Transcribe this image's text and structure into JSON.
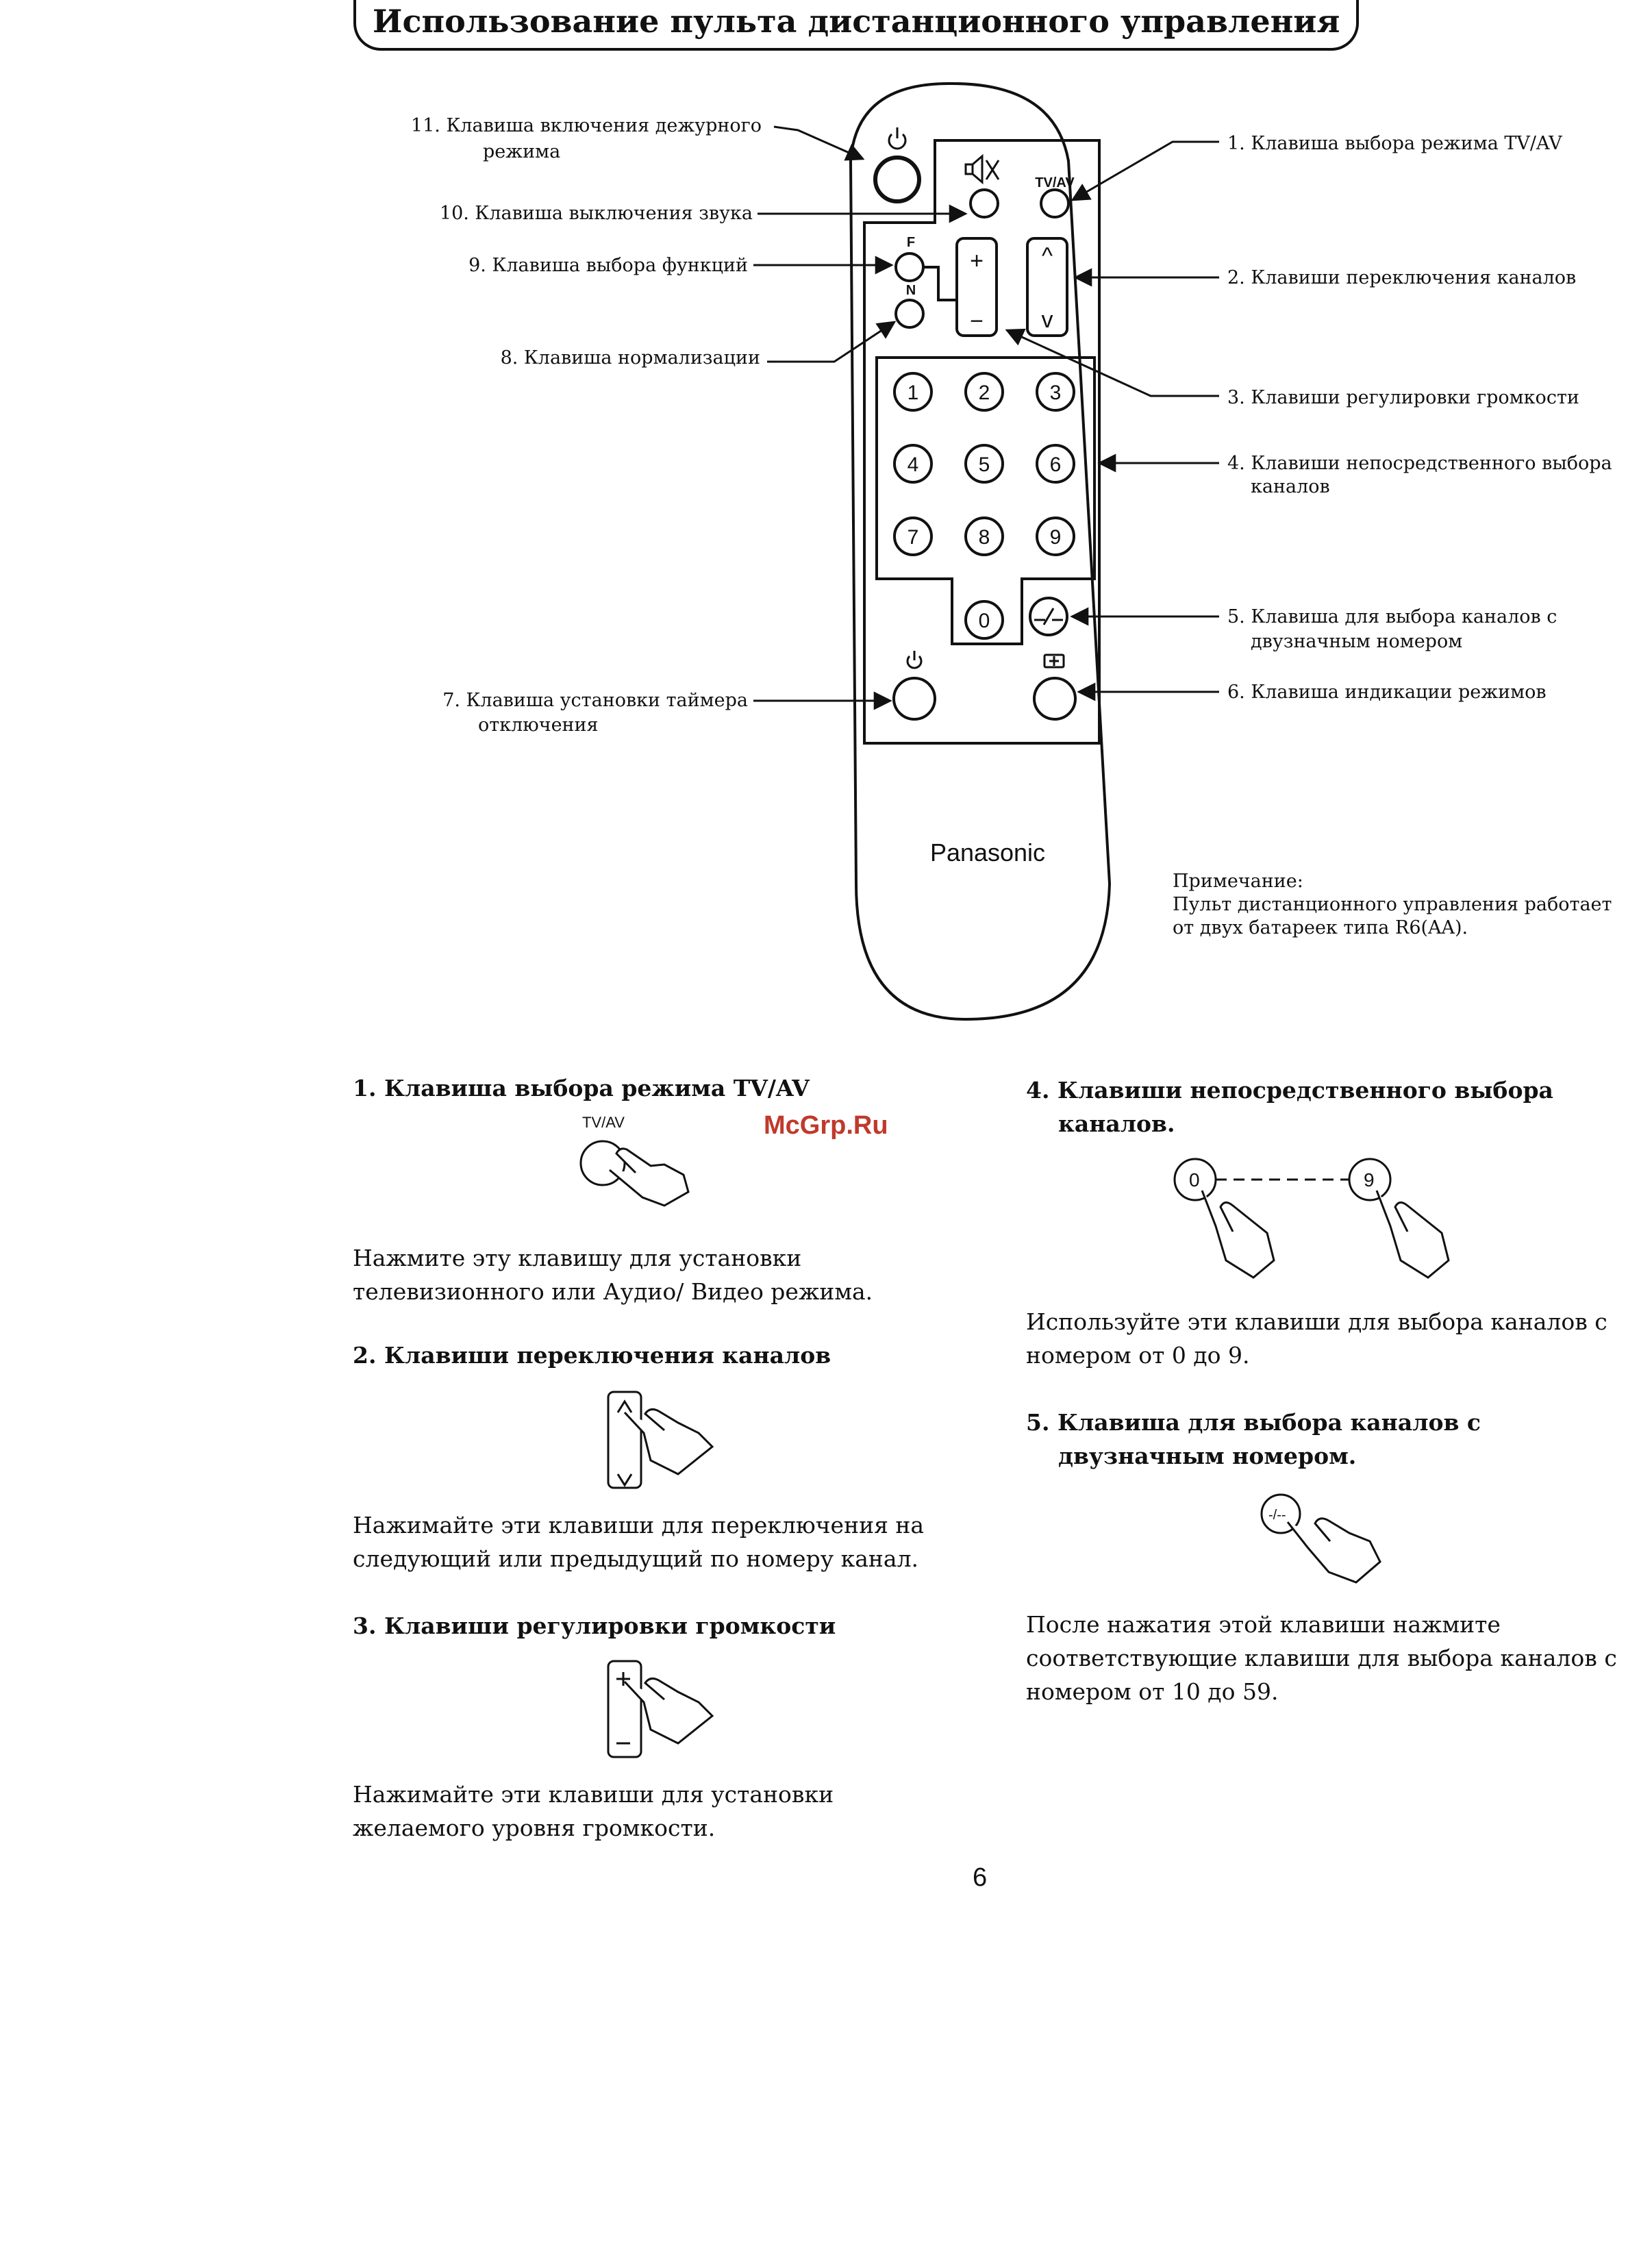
{
  "page_title": "Использование пульта дистанционного управления",
  "diagram_labels": {
    "l1": "1. Клавиша выбора режима TV/AV",
    "l2": "2. Клавиши переключения каналов",
    "l3": "3. Клавиши регулировки громкости",
    "l4a": "4. Клавиши непосредственного выбора",
    "l4b": "каналов",
    "l5a": "5. Клавиша для выбора каналов с",
    "l5b": "двузначным номером",
    "l6": "6. Клавиша индикации режимов",
    "l7a": "7. Клавиша установки таймера",
    "l7b": "отключения",
    "l8": "8. Клавиша нормализации",
    "l9": "9. Клавиша выбора функций",
    "l10": "10. Клавиша выключения звука",
    "l11a": "11. Клавиша включения дежурного",
    "l11b": "режима"
  },
  "remote": {
    "tvav_label": "TV/AV",
    "f_label": "F",
    "n_label": "N",
    "vol_plus": "+",
    "vol_minus": "−",
    "ch_up": "^",
    "ch_down": "v",
    "digits": [
      "1",
      "2",
      "3",
      "4",
      "5",
      "6",
      "7",
      "8",
      "9",
      "0"
    ],
    "two_digit_label": "-/--",
    "brand": "Panasonic"
  },
  "note": {
    "title": "Примечание:",
    "line1": "Пульт дистанционного управления работает",
    "line2": "от двух батареек типа R6(AA)."
  },
  "sections": {
    "s1_title": "1. Клавиша выбора режима TV/AV",
    "s1_icon_label": "TV/AV",
    "s1_body": "Нажмите эту клавишу для установки телевизионного или Аудио/ Видео режима.",
    "s2_title": "2. Клавиши переключения каналов",
    "s2_body": "Нажимайте эти клавиши для переключения на следующий или предыдущий по номеру канал.",
    "s3_title": "3. Клавиши регулировки громкости",
    "s3_body": "Нажимайте эти клавиши для установки желаемого уровня громкости.",
    "s4_title_a": "4. Клавиши непосредственного выбора",
    "s4_title_b": "каналов.",
    "s4_icon_from": "0",
    "s4_icon_to": "9",
    "s4_body": "Используйте эти клавиши для выбора каналов с номером от 0 до 9.",
    "s5_title_a": "5. Клавиша для выбора каналов с",
    "s5_title_b": "двузначным номером.",
    "s5_icon_label": "-/--",
    "s5_body": "После нажатия этой клавиши нажмите соответствующие клавиши для выбора каналов с номером от 10 до 59."
  },
  "watermark": "McGrp.Ru",
  "page_number": "6"
}
